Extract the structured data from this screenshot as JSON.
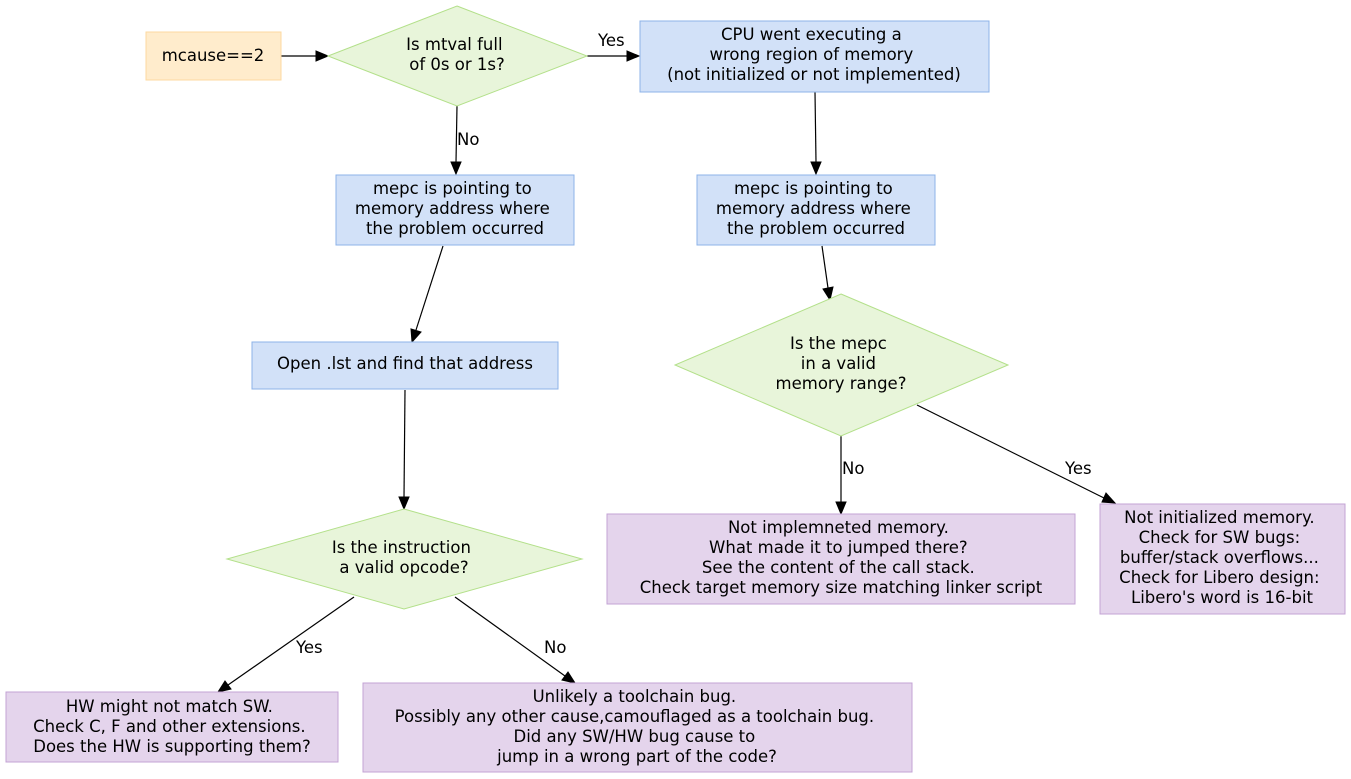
{
  "colors": {
    "start_fill": "#ffeccc",
    "start_stroke": "#fcd9a0",
    "process_fill": "#d2e1f8",
    "process_stroke": "#8db3e8",
    "decision_fill": "#e8f5da",
    "decision_stroke": "#b3e08a",
    "result_fill": "#e4d4ec",
    "result_stroke": "#c3a3d4",
    "edge": "#000000"
  },
  "nodes": {
    "start": {
      "lines": [
        "mcause==2"
      ]
    },
    "q_mtval": {
      "lines": [
        "Is mtval full",
        "of 0s or 1s?"
      ]
    },
    "cpu_wrong": {
      "lines": [
        "CPU went executing a",
        "wrong region of memory",
        "(not initialized or not implemented)"
      ]
    },
    "mepc_left": {
      "lines": [
        "mepc is pointing to",
        "memory address where",
        "the problem occurred"
      ]
    },
    "mepc_right": {
      "lines": [
        "mepc is pointing to",
        "memory address where",
        "the problem occurred"
      ]
    },
    "open_lst": {
      "lines": [
        "Open .lst and find that address"
      ]
    },
    "q_range": {
      "lines": [
        "Is the mepc",
        "in a valid",
        "memory range?"
      ]
    },
    "q_opcode": {
      "lines": [
        "Is the instruction",
        "a valid opcode?"
      ]
    },
    "not_impl": {
      "lines": [
        "Not implemneted memory.",
        "What made it to jumped there?",
        "See the content of the call stack.",
        "Check target memory size matching linker script"
      ]
    },
    "not_init": {
      "lines": [
        "Not initialized memory.",
        "Check for SW bugs:",
        "buffer/stack overflows...",
        "Check for Libero design:",
        "Libero's word is 16-bit"
      ]
    },
    "hw_mismatch": {
      "lines": [
        "HW might not match SW.",
        "Check C, F and other extensions.",
        "Does the HW is supporting them?"
      ]
    },
    "toolchain": {
      "lines": [
        "Unlikely a toolchain bug.",
        "Possibly any other cause,camouflaged as a toolchain bug.",
        "Did any SW/HW bug cause to",
        "jump in a wrong part of the code?"
      ]
    }
  },
  "edges": {
    "mtval_yes": "Yes",
    "mtval_no": "No",
    "range_no": "No",
    "range_yes": "Yes",
    "opcode_yes": "Yes",
    "opcode_no": "No"
  }
}
